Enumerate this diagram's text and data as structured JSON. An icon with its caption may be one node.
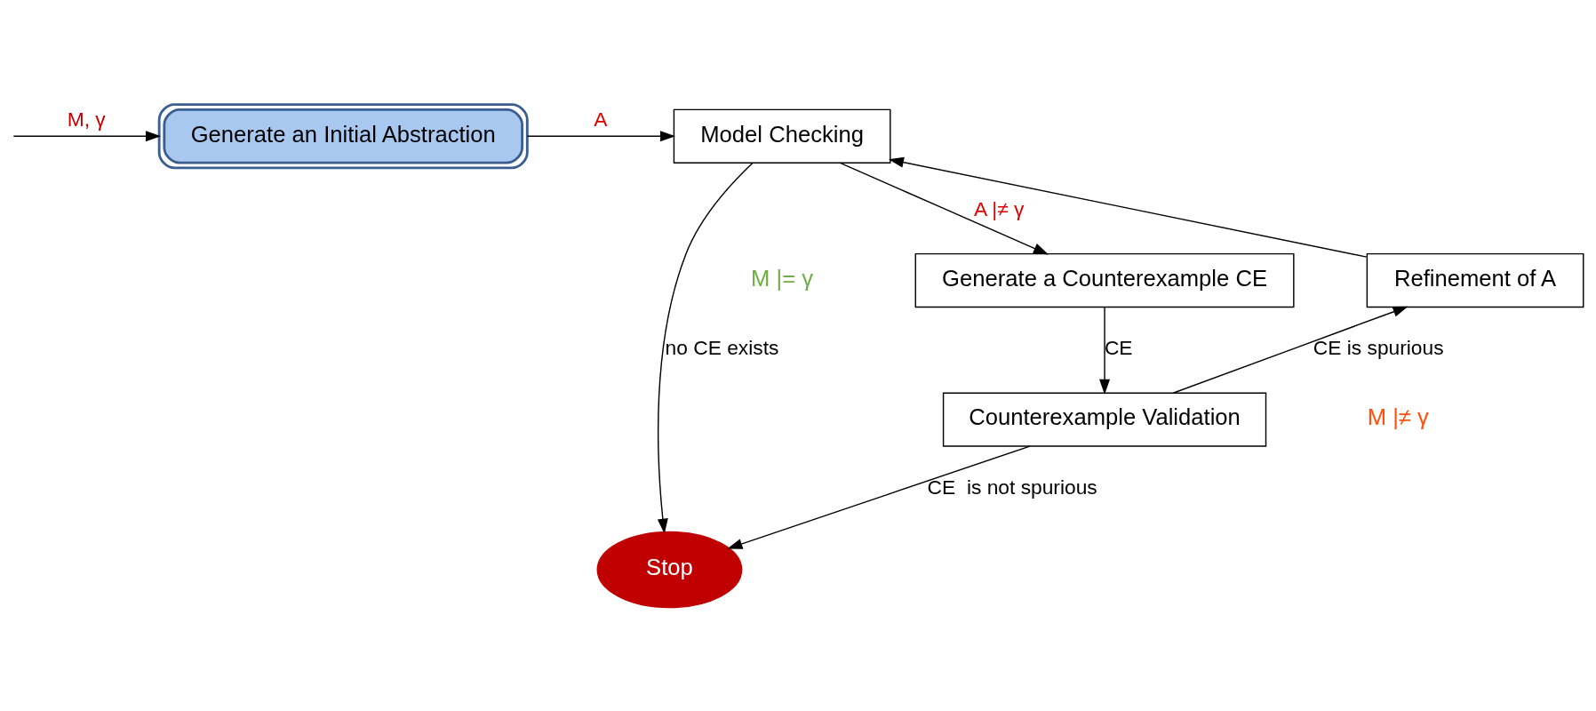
{
  "diagram": {
    "nodes": [
      {
        "text": [
          "Generate an Initial Abstraction"
        ]
      },
      {
        "text": [
          "Model Checking"
        ]
      },
      {
        "text": [
          "Generate a Counterexample CE"
        ]
      },
      {
        "text": [
          "Counterexample Validation"
        ]
      },
      {
        "text": [
          "Refinement of A"
        ]
      },
      {
        "text": [
          "Stop"
        ]
      }
    ],
    "edges": [
      {
        "from": null,
        "to": 0,
        "arrow": "to",
        "label": "M, γ"
      },
      {
        "from": 0,
        "to": 1,
        "arrow": "to",
        "label": "A"
      },
      {
        "from": 1,
        "to": 5,
        "arrow": "to",
        "label": "no CE exists"
      },
      {
        "from": 1,
        "to": 2,
        "arrow": "to",
        "label": "A |≠ γ"
      },
      {
        "from": 2,
        "to": 3,
        "arrow": "to",
        "label": "CE"
      },
      {
        "from": 3,
        "to": 4,
        "arrow": "to",
        "label": "CE is spurious"
      },
      {
        "from": 4,
        "to": 1,
        "arrow": "to"
      },
      {
        "from": 3,
        "to": 5,
        "arrow": "to",
        "label": "CE  is not spurious"
      }
    ],
    "labels": [
      "M |= γ",
      "M |≠ γ"
    ]
  }
}
